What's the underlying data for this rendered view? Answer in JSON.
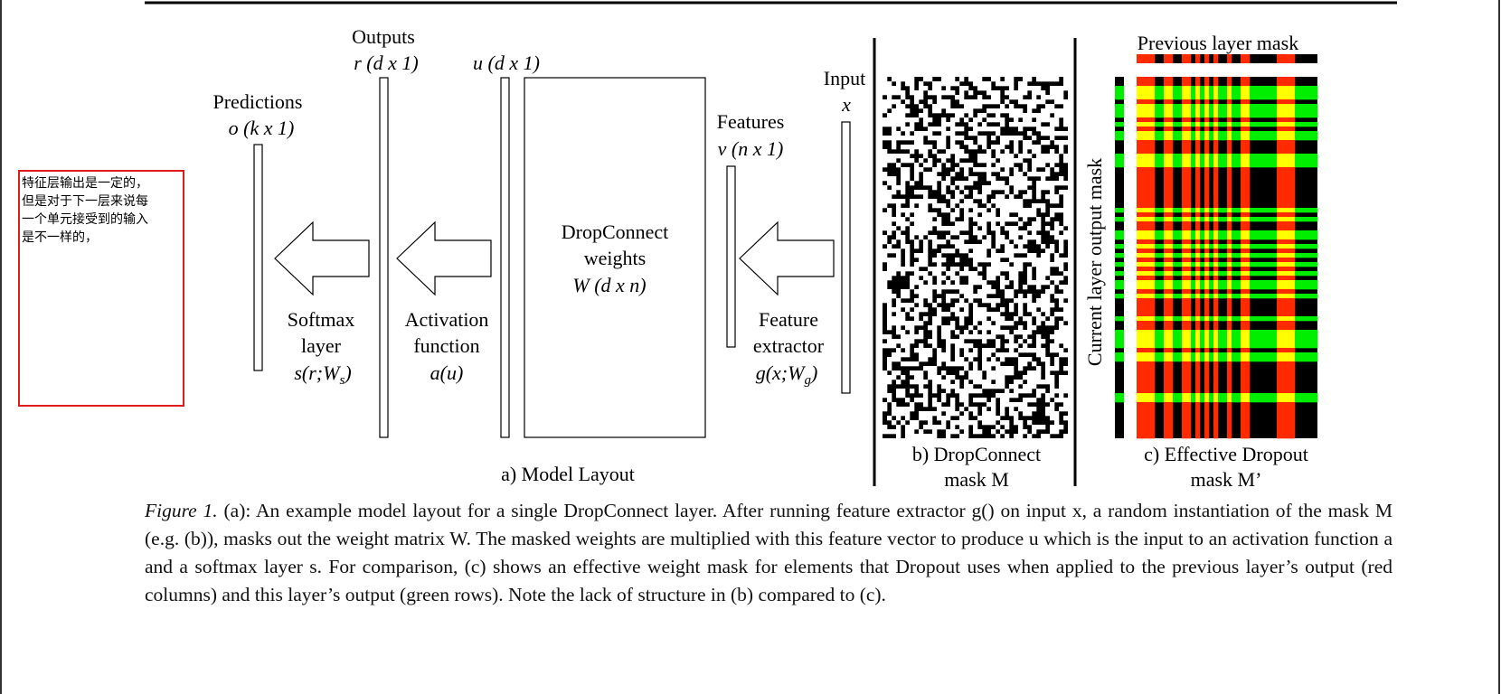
{
  "figure": {
    "left_panel": {
      "predictions_label": "Predictions",
      "predictions_dim": "o (k x 1)",
      "outputs_label": "Outputs",
      "outputs_dim": "r (d x 1)",
      "u_dim": "u (d x 1)",
      "weights_line1": "DropConnect",
      "weights_line2": "weights",
      "weights_line3": "W (d x n)",
      "features_label": "Features",
      "features_dim": "v (n x 1)",
      "input_label": "Input",
      "input_var": "x",
      "softmax_line1": "Softmax",
      "softmax_line2": "layer",
      "softmax_line3": "s(r;W",
      "softmax_sub": "s",
      "softmax_close": ")",
      "activation_line1": "Activation",
      "activation_line2": "function",
      "activation_line3": "a(u)",
      "feature_line1": "Feature",
      "feature_line2": "extractor",
      "feature_line3": "g(x;W",
      "feature_sub": "g",
      "feature_close": ")",
      "panel_caption": "a) Model Layout"
    },
    "panel_b": {
      "caption_line1": "b) DropConnect",
      "caption_line2": "mask M"
    },
    "panel_c": {
      "top_label": "Previous layer mask",
      "side_label": "Current layer output mask",
      "caption_line1": "c) Effective Dropout",
      "caption_line2": "mask M’",
      "colors": {
        "red": "#ff2a00",
        "green": "#00ee00",
        "yellow": "#ffff00",
        "black": "#000000"
      }
    }
  },
  "annotation": {
    "text": "特征层输出是一定的，\n但是对于下一层来说每\n一个单元接受到的输入\n是不一样的，"
  },
  "caption": {
    "figure_label": "Figure 1.",
    "text": " (a): An example model layout for a single DropConnect layer. After running feature extractor g() on input x, a random instantiation of the mask M (e.g. (b)), masks out the weight matrix W. The masked weights are multiplied with this feature vector to produce u which is the input to an activation function a and a softmax layer s. For comparison, (c) shows an effective weight mask for elements that Dropout uses when applied to the previous layer’s output (red columns) and this layer’s output (green rows). Note the lack of structure in (b) compared to (c)."
  }
}
